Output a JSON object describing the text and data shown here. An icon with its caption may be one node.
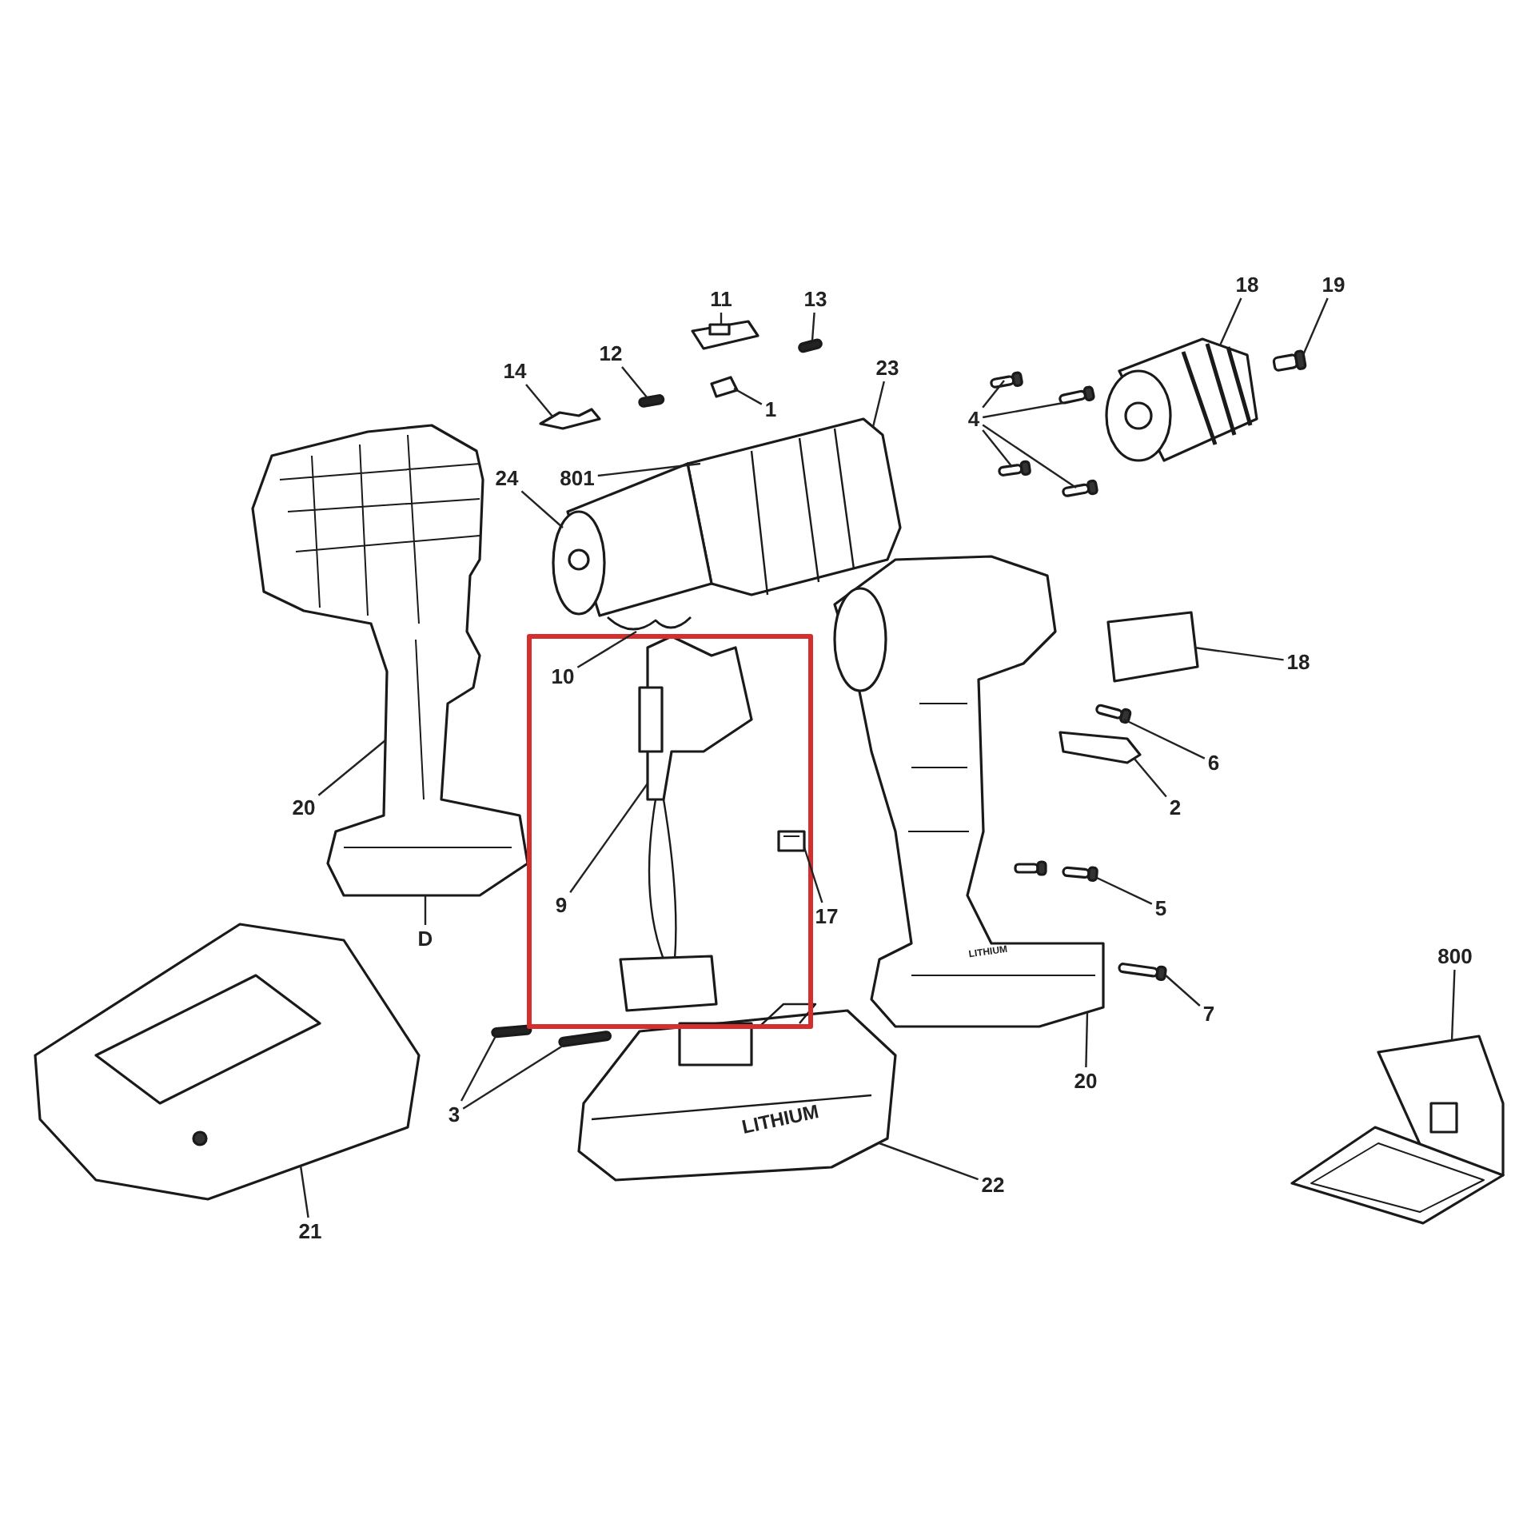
{
  "diagram": {
    "nodes": [
      {
        "text": [
          "11"
        ]
      },
      {
        "text": [
          "13"
        ]
      },
      {
        "text": [
          "18"
        ]
      },
      {
        "text": [
          "19"
        ]
      },
      {
        "text": [
          "12"
        ]
      },
      {
        "text": [
          "14"
        ]
      },
      {
        "text": [
          "1"
        ]
      },
      {
        "text": [
          "23"
        ]
      },
      {
        "text": [
          "4"
        ]
      },
      {
        "text": [
          "801"
        ]
      },
      {
        "text": [
          "24"
        ]
      },
      {
        "text": [
          "10"
        ]
      },
      {
        "text": [
          "18"
        ]
      },
      {
        "text": [
          "6"
        ]
      },
      {
        "text": [
          "20"
        ]
      },
      {
        "text": [
          "2"
        ]
      },
      {
        "text": [
          "9"
        ]
      },
      {
        "text": [
          "17"
        ]
      },
      {
        "text": [
          "5"
        ]
      },
      {
        "text": [
          "D"
        ]
      },
      {
        "text": [
          "7"
        ]
      },
      {
        "text": [
          "800"
        ]
      },
      {
        "text": [
          "20"
        ]
      },
      {
        "text": [
          "3"
        ]
      },
      {
        "text": [
          "22"
        ]
      },
      {
        "text": [
          "21"
        ]
      },
      {
        "text": [],
        "shape": "picture"
      },
      {
        "text": [],
        "shape": "bar"
      },
      {
        "text": [],
        "shape": "bar"
      },
      {
        "text": [],
        "shape": "picture"
      },
      {
        "text": [],
        "shape": "picture"
      },
      {
        "text": [],
        "shape": "picture"
      },
      {
        "text": [],
        "shape": "picture"
      },
      {
        "text": [],
        "shape": "picture"
      },
      {
        "text": [],
        "shape": "picture"
      },
      {
        "text": [],
        "shape": "bar"
      },
      {
        "text": [],
        "shape": "bar"
      },
      {
        "text": [],
        "shape": "bar"
      },
      {
        "text": [],
        "shape": "bar"
      },
      {
        "text": [],
        "shape": "bar"
      },
      {
        "text": [],
        "shape": "picture"
      },
      {
        "text": [],
        "shape": "picture"
      },
      {
        "text": [],
        "shape": "picture"
      },
      {
        "text": [],
        "shape": "bar"
      },
      {
        "text": [],
        "shape": "picture"
      },
      {
        "text": [],
        "shape": "picture"
      },
      {
        "text": [],
        "shape": "box"
      },
      {
        "text": [],
        "shape": "bar"
      },
      {
        "text": [],
        "shape": "bar"
      },
      {
        "text": [],
        "shape": "bar"
      },
      {
        "text": [],
        "shape": "bar"
      },
      {
        "text": [],
        "shape": "picture"
      },
      {
        "text": [],
        "shape": "picture"
      },
      {
        "text": [],
        "shape": "picture"
      }
    ],
    "edges": [
      {
        "from": 0,
        "to": 26,
        "arrow": "none"
      },
      {
        "from": 1,
        "to": 27,
        "arrow": "none"
      },
      {
        "from": 2,
        "to": 34,
        "arrow": "none"
      },
      {
        "from": 3,
        "to": 35,
        "arrow": "none"
      },
      {
        "from": 4,
        "to": 28,
        "arrow": "none"
      },
      {
        "from": 5,
        "to": 29,
        "arrow": "none"
      },
      {
        "from": 6,
        "to": 30,
        "arrow": "none"
      },
      {
        "from": 7,
        "to": 31,
        "arrow": "none"
      },
      {
        "from": 8,
        "to": 36,
        "arrow": "none"
      },
      {
        "from": 8,
        "to": 37,
        "arrow": "none"
      },
      {
        "from": 8,
        "to": 38,
        "arrow": "none"
      },
      {
        "from": 8,
        "to": 39,
        "arrow": "none"
      },
      {
        "from": 9,
        "to": 31,
        "arrow": "none"
      },
      {
        "from": 10,
        "to": 32,
        "arrow": "none"
      },
      {
        "from": 11,
        "to": 33,
        "arrow": "none"
      },
      {
        "from": 12,
        "to": 42,
        "arrow": "none"
      },
      {
        "from": 13,
        "to": 43,
        "arrow": "none"
      },
      {
        "from": 14,
        "to": 40,
        "arrow": "none"
      },
      {
        "from": 15,
        "to": 44,
        "arrow": "none"
      },
      {
        "from": 16,
        "to": 45,
        "arrow": "none"
      },
      {
        "from": 17,
        "to": 46,
        "arrow": "none"
      },
      {
        "from": 18,
        "to": 47,
        "arrow": "none"
      },
      {
        "from": 19,
        "to": 40,
        "arrow": "none"
      },
      {
        "from": 20,
        "to": 48,
        "arrow": "none"
      },
      {
        "from": 21,
        "to": 53,
        "arrow": "none"
      },
      {
        "from": 22,
        "to": 41,
        "arrow": "none"
      },
      {
        "from": 23,
        "to": 49,
        "arrow": "none"
      },
      {
        "from": 23,
        "to": 50,
        "arrow": "none"
      },
      {
        "from": 24,
        "to": 51,
        "arrow": "none"
      },
      {
        "from": 25,
        "to": 52,
        "arrow": "none"
      }
    ],
    "labels": [
      "LITHIUM",
      "LITHIUM"
    ]
  }
}
